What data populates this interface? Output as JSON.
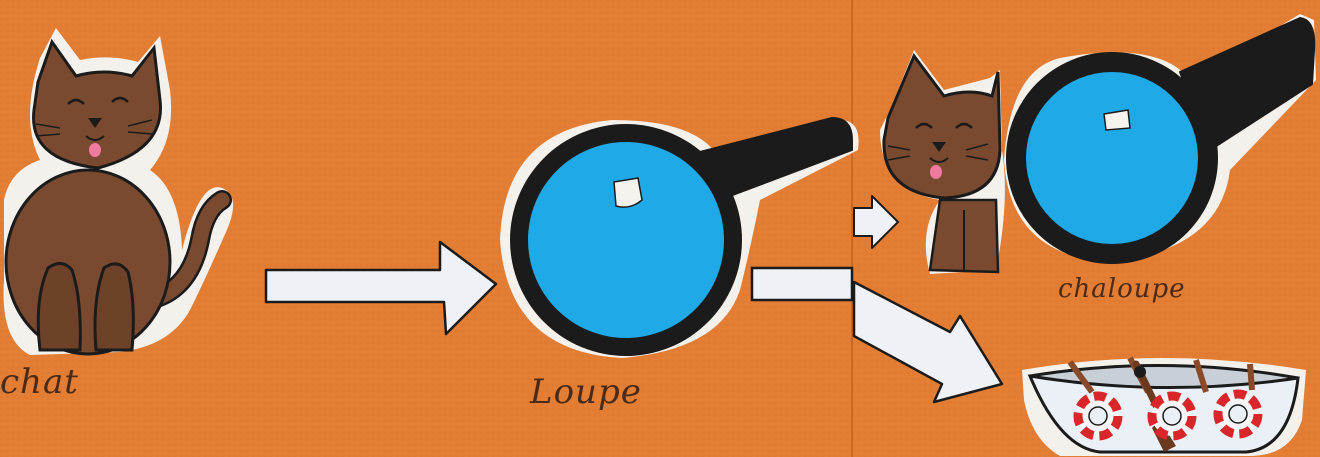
{
  "words": {
    "chat": "chat",
    "loupe": "Loupe",
    "chaloupe": "chaloupe"
  },
  "colors": {
    "paper": "#e27d33",
    "cat_fur": "#7a4a30",
    "lens_blue": "#1fa9e6",
    "loupe_black": "#1b1b1b",
    "arrow_fill": "#eef1f6",
    "boat_stripe": "#8a4a2a",
    "lifebuoy_red": "#d8262a",
    "ink": "#4a2a18"
  },
  "icons": [
    "cat-drawing",
    "arrow-icon",
    "magnifying-glass-drawing",
    "lifeboat-drawing",
    "lifebuoy-icon",
    "oar-icon"
  ]
}
